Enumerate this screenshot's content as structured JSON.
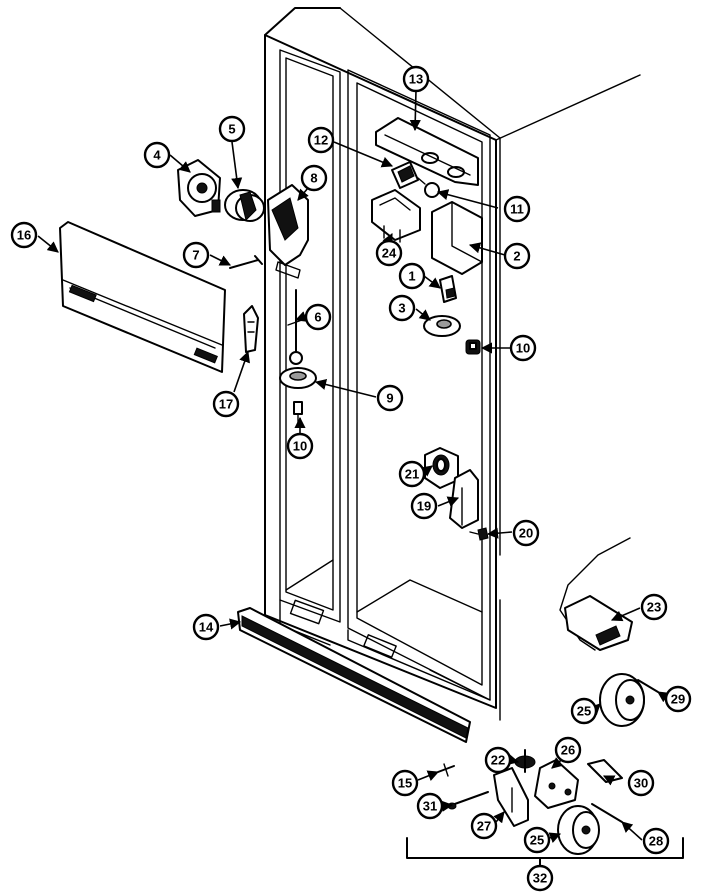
{
  "callouts": {
    "c1": "1",
    "c2": "2",
    "c3": "3",
    "c4": "4",
    "c5": "5",
    "c6": "6",
    "c7": "7",
    "c8": "8",
    "c9": "9",
    "c10a": "10",
    "c10b": "10",
    "c11": "11",
    "c12": "12",
    "c13": "13",
    "c14": "14",
    "c15": "15",
    "c16": "16",
    "c17": "17",
    "c19": "19",
    "c20": "20",
    "c21": "21",
    "c22": "22",
    "c23": "23",
    "c24": "24",
    "c25a": "25",
    "c25b": "25",
    "c26": "26",
    "c27": "27",
    "c28": "28",
    "c29": "29",
    "c30": "30",
    "c31": "31",
    "c32": "32"
  }
}
